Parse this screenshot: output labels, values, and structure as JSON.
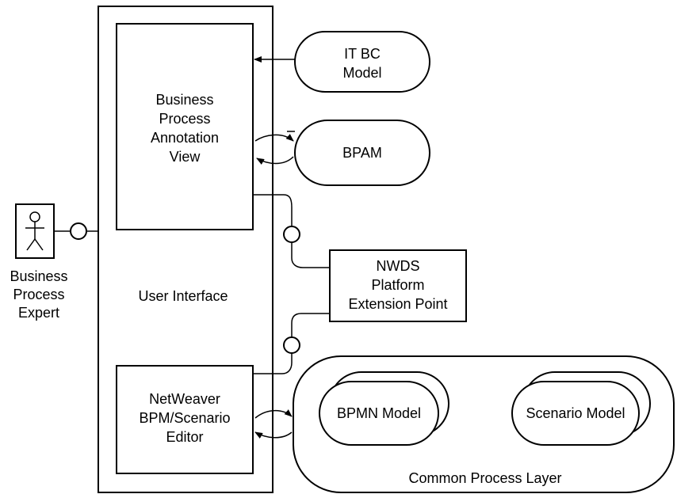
{
  "actor": {
    "label_lines": [
      "Business",
      "Process",
      "Expert"
    ]
  },
  "user_interface": {
    "label": "User Interface"
  },
  "business_process_annotation_view": {
    "label_lines": [
      "Business",
      "Process",
      "Annotation",
      "View"
    ]
  },
  "netweaver_editor": {
    "label_lines": [
      "NetWeaver",
      "BPM/Scenario",
      "Editor"
    ]
  },
  "it_bc_model": {
    "label_lines": [
      "IT BC",
      "Model"
    ]
  },
  "bpam": {
    "label": "BPAM"
  },
  "nwds_extension_point": {
    "label_lines": [
      "NWDS",
      "Platform",
      "Extension Point"
    ]
  },
  "common_process_layer": {
    "label": "Common Process Layer",
    "bpmn_model": "BPMN Model",
    "scenario_model": "Scenario Model"
  }
}
